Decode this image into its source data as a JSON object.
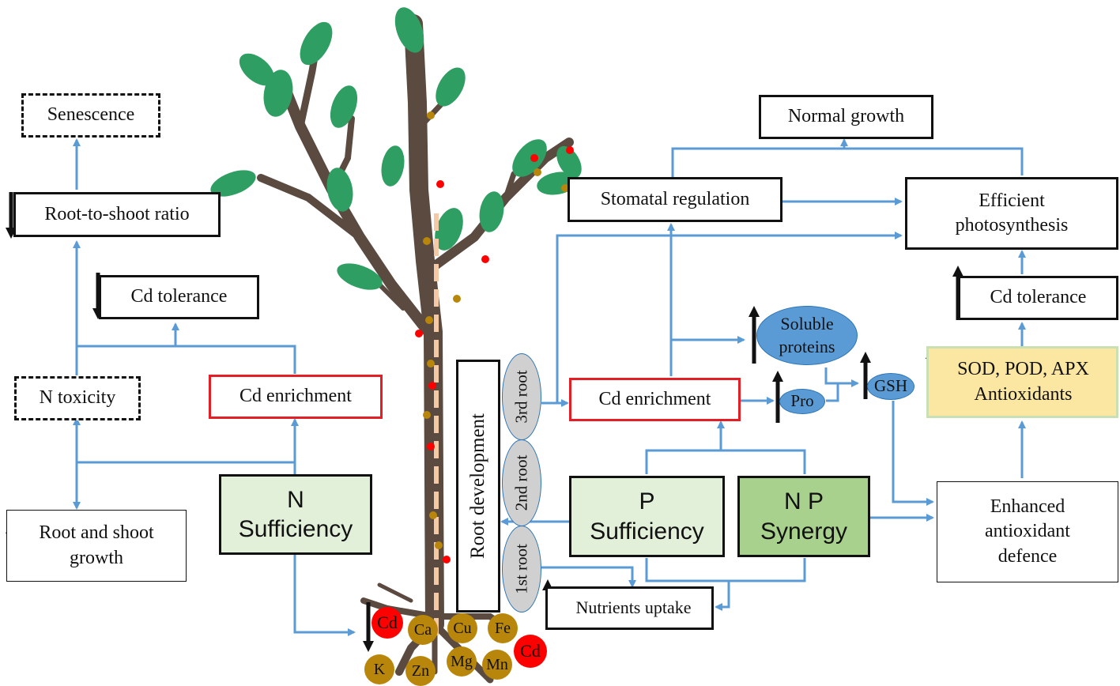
{
  "colors": {
    "arrow": "#5b9bd5",
    "trunk": "#5a4a3f",
    "leaf": "#2e9e62",
    "gold": "#b8860b",
    "cd": "#ff0000",
    "red_border": "#e31e24"
  },
  "left": {
    "senescence": "Senescence",
    "root_to_shoot": "Root-to-shoot ratio",
    "cd_tolerance": "Cd tolerance",
    "n_toxicity": "N toxicity",
    "cd_enrichment": "Cd enrichment",
    "root_shoot_growth": "Root and shoot growth",
    "n_sufficiency": "N Sufficiency"
  },
  "right": {
    "normal_growth": "Normal growth",
    "stomatal": "Stomatal regulation",
    "photosynthesis": "Efficient photosynthesis",
    "cd_tolerance": "Cd tolerance",
    "soluble_proteins": "Soluble proteins",
    "gsh": "GSH",
    "antioxidants": "SOD, POD, APX Antioxidants",
    "cd_enrichment": "Cd enrichment",
    "pro": "Pro",
    "p_sufficiency": "P Sufficiency",
    "np_synergy": "N P Synergy",
    "enhanced": "Enhanced antioxidant defence",
    "nutrients_uptake": "Nutrients uptake"
  },
  "roots": {
    "development": "Root development",
    "first": "1st root",
    "second": "2nd root",
    "third": "3rd root"
  },
  "nutrients": [
    "Cd",
    "Ca",
    "Cu",
    "Fe",
    "Cd",
    "K",
    "Zn",
    "Mg",
    "Mn"
  ]
}
